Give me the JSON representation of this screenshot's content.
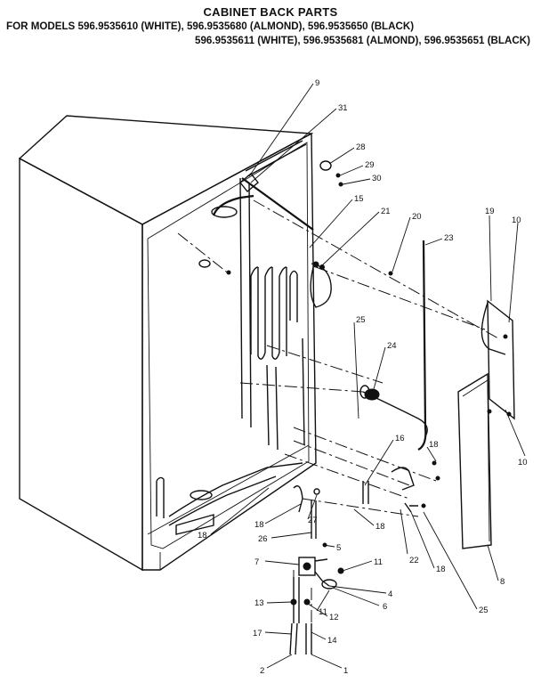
{
  "header": {
    "title": "CABINET BACK PARTS",
    "models_line1": "FOR MODELS 596.9535610 (WHITE), 596.9535680 (ALMOND), 596.9535650 (BLACK)",
    "models_line2": "596.9535611 (WHITE), 596.9535681 (ALMOND), 596.9535651 (BLACK)"
  },
  "callouts": {
    "c9": "9",
    "c31": "31",
    "c28": "28",
    "c29": "29",
    "c30": "30",
    "c15a": "15",
    "c21": "21",
    "c20": "20",
    "c23": "23",
    "c19": "19",
    "c10a": "10",
    "c25a": "25",
    "c24": "24",
    "c16": "16",
    "c18a": "18",
    "c10b": "10",
    "c18b": "18",
    "c27": "27",
    "c18c": "18",
    "c18d": "18",
    "c26": "26",
    "c22": "22",
    "c18e": "18",
    "c5": "5",
    "c7": "7",
    "c11a": "11",
    "c4": "4",
    "c6": "6",
    "c11b": "11",
    "c8": "8",
    "c25b": "25",
    "c13": "13",
    "c12": "12",
    "c17": "17",
    "c14": "14",
    "c2": "2",
    "c1": "1"
  }
}
